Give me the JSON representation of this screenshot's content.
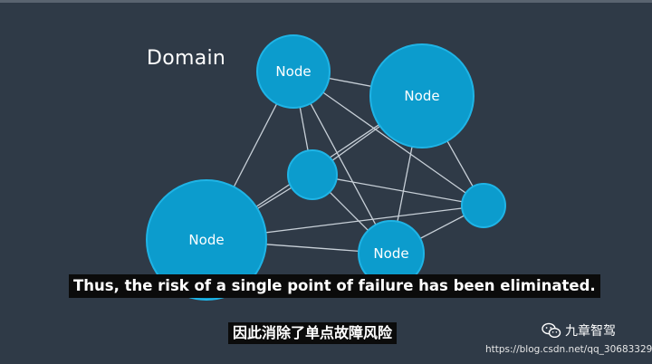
{
  "diagram": {
    "title": "Domain",
    "node_label": "Node",
    "nodes": [
      {
        "id": "top",
        "label": "Node"
      },
      {
        "id": "topright",
        "label": "Node"
      },
      {
        "id": "center",
        "label": ""
      },
      {
        "id": "right",
        "label": ""
      },
      {
        "id": "bottomleft",
        "label": "Node"
      },
      {
        "id": "bottom",
        "label": "Node"
      }
    ],
    "edges": [
      [
        "top",
        "topright"
      ],
      [
        "top",
        "center"
      ],
      [
        "top",
        "right"
      ],
      [
        "top",
        "bottomleft"
      ],
      [
        "top",
        "bottom"
      ],
      [
        "topright",
        "center"
      ],
      [
        "topright",
        "right"
      ],
      [
        "topright",
        "bottomleft"
      ],
      [
        "topright",
        "bottom"
      ],
      [
        "center",
        "right"
      ],
      [
        "center",
        "bottomleft"
      ],
      [
        "center",
        "bottom"
      ],
      [
        "right",
        "bottomleft"
      ],
      [
        "right",
        "bottom"
      ],
      [
        "bottomleft",
        "bottom"
      ]
    ],
    "colors": {
      "node_fill": "#0c9ccd",
      "node_stroke": "#1fb4e6",
      "edge": "#c8d0d8",
      "background": "#2f3a47"
    }
  },
  "subtitles": {
    "english": "Thus, the risk of a single point of failure has been eliminated.",
    "chinese": "因此消除了单点故障风险"
  },
  "watermark": {
    "brand": "九章智驾",
    "icon": "wechat-icon",
    "url": "https://blog.csdn.net/qq_30683329"
  }
}
